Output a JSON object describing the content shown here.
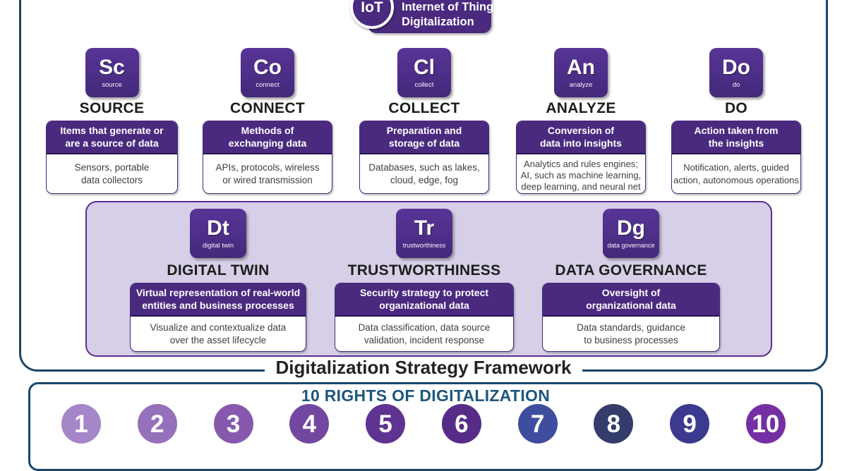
{
  "badge": {
    "symbol": "IoT",
    "title_line1": "Internet of Things",
    "title_line2": "Digitalization"
  },
  "framework_title": "Digitalization Strategy Framework",
  "elements": [
    {
      "symbol": "Sc",
      "symbol_label": "source",
      "name": "SOURCE",
      "description": "Items that generate or\nare a source of data",
      "examples": "Sensors, portable\ndata collectors"
    },
    {
      "symbol": "Co",
      "symbol_label": "connect",
      "name": "CONNECT",
      "description": "Methods of\nexchanging data",
      "examples": "APIs, protocols, wireless\nor wired transmission"
    },
    {
      "symbol": "Cl",
      "symbol_label": "collect",
      "name": "COLLECT",
      "description": "Preparation and\nstorage of data",
      "examples": "Databases, such as lakes,\ncloud, edge, fog"
    },
    {
      "symbol": "An",
      "symbol_label": "analyze",
      "name": "ANALYZE",
      "description": "Conversion of\ndata into insights",
      "examples": "Analytics and rules engines;\nAI, such as machine learning,\ndeep learning, and neural net"
    },
    {
      "symbol": "Do",
      "symbol_label": "do",
      "name": "DO",
      "description": "Action taken from\nthe insights",
      "examples": "Notification, alerts, guided\naction, autonomous operations"
    }
  ],
  "panel_elements": [
    {
      "symbol": "Dt",
      "symbol_label": "digital twin",
      "name": "DIGITAL TWIN",
      "description": "Virtual representation of real-world\nentities and business processes",
      "examples": "Visualize and contextualize data\nover the asset lifecycle"
    },
    {
      "symbol": "Tr",
      "symbol_label": "trustworthiness",
      "name": "TRUSTWORTHINESS",
      "description": "Security strategy to protect\norganizational data",
      "examples": "Data classification, data source\nvalidation, incident response"
    },
    {
      "symbol": "Dg",
      "symbol_label": "data governance",
      "name": "DATA GOVERNANCE",
      "description": "Oversight of\norganizational data",
      "examples": "Data standards, guidance\nto business processes"
    }
  ],
  "rights": {
    "title": "10 RIGHTS OF DIGITALIZATION",
    "items": [
      {
        "number": "1",
        "color": "#a586c8"
      },
      {
        "number": "2",
        "color": "#9671bb"
      },
      {
        "number": "3",
        "color": "#8659ae"
      },
      {
        "number": "4",
        "color": "#71479f"
      },
      {
        "number": "5",
        "color": "#5e3391"
      },
      {
        "number": "6",
        "color": "#562c88"
      },
      {
        "number": "7",
        "color": "#3f4d9e"
      },
      {
        "number": "8",
        "color": "#343c6b"
      },
      {
        "number": "9",
        "color": "#3b3a8f"
      },
      {
        "number": "10",
        "color": "#7430a3"
      }
    ]
  },
  "colors": {
    "element_purple": "#4a2a7f",
    "panel_background": "#d6cfe7",
    "panel_border": "#5b2d8e",
    "frame_border": "#1b4668",
    "rights_title": "#1e567d"
  }
}
